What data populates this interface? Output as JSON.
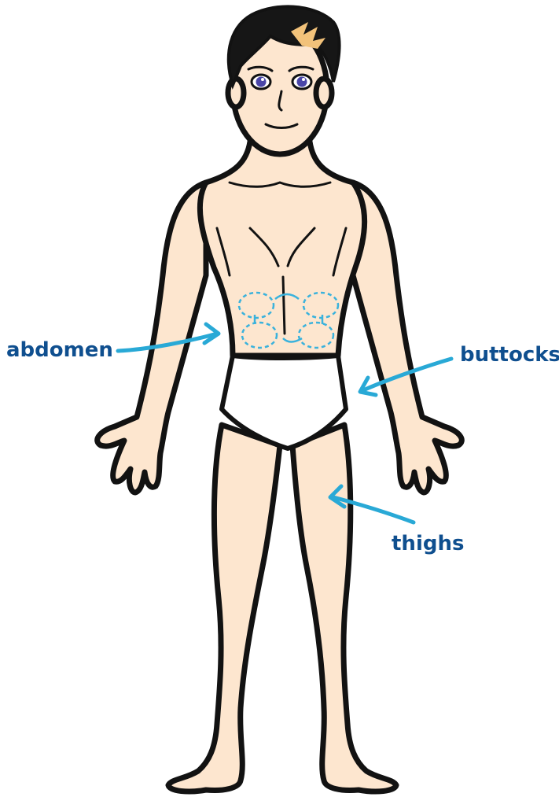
{
  "labels": {
    "abdomen": "abdomen",
    "buttocks": "buttocks",
    "thighs": "thighs"
  },
  "colors": {
    "label_text": "#0f4f8f",
    "arrow": "#29a9d6",
    "injection_sites": "#3ab2dc",
    "skin": "#fde6cf",
    "outline": "#121212",
    "hair": "#161616",
    "hair_highlight": "#f2c27a",
    "eyes": "#4a46a8",
    "underwear": "#ffffff"
  },
  "icons": [
    "human-figure-illustration",
    "injection-site-circles",
    "pointer-arrow"
  ]
}
